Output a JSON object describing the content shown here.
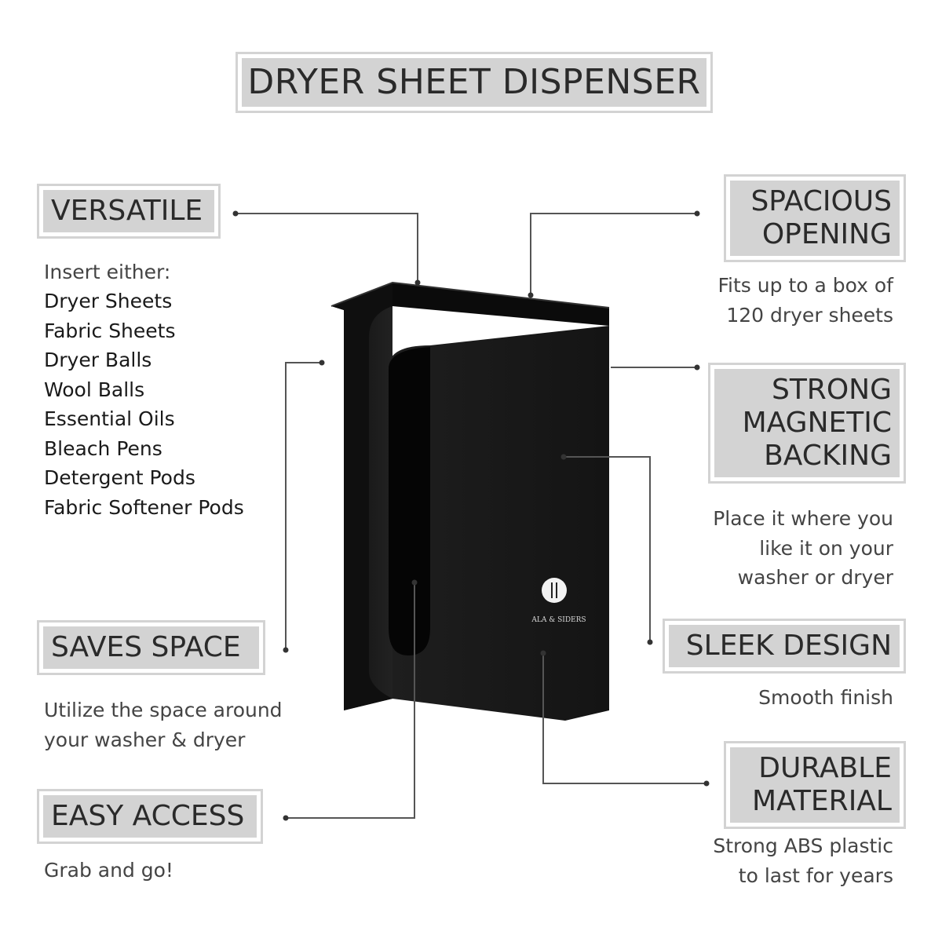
{
  "title": "DRYER SHEET DISPENSER",
  "features": {
    "versatile": {
      "label": [
        "VERSATILE"
      ],
      "intro": "Insert either:",
      "items": [
        "Dryer Sheets",
        "Fabric Sheets",
        "Dryer Balls",
        "Wool Balls",
        "Essential Oils",
        "Bleach Pens",
        "Detergent Pods",
        "Fabric Softener Pods"
      ]
    },
    "saves_space": {
      "label": [
        "SAVES SPACE"
      ],
      "description": [
        "Utilize the space around",
        "your washer & dryer"
      ]
    },
    "easy_access": {
      "label": [
        "EASY ACCESS"
      ],
      "description": [
        "Grab and go!"
      ]
    },
    "spacious_opening": {
      "label": [
        "SPACIOUS",
        "OPENING"
      ],
      "description": [
        "Fits up to a box of",
        "120 dryer sheets"
      ]
    },
    "magnetic_backing": {
      "label": [
        "STRONG",
        "MAGNETIC",
        "BACKING"
      ],
      "description": [
        "Place it where you",
        "like it on your",
        "washer or dryer"
      ]
    },
    "sleek_design": {
      "label": [
        "SLEEK DESIGN"
      ],
      "description": [
        "Smooth finish"
      ]
    },
    "durable_material": {
      "label": [
        "DURABLE",
        "MATERIAL"
      ],
      "description": [
        "Strong ABS plastic",
        "to last for years"
      ]
    }
  },
  "product": {
    "name": "dryer-sheet-dispenser",
    "color": "#1a1a1a",
    "logo_text": "ALA & SIDERS"
  },
  "colors": {
    "label_background": "#d3d3d3",
    "leader_line": "#555555"
  }
}
